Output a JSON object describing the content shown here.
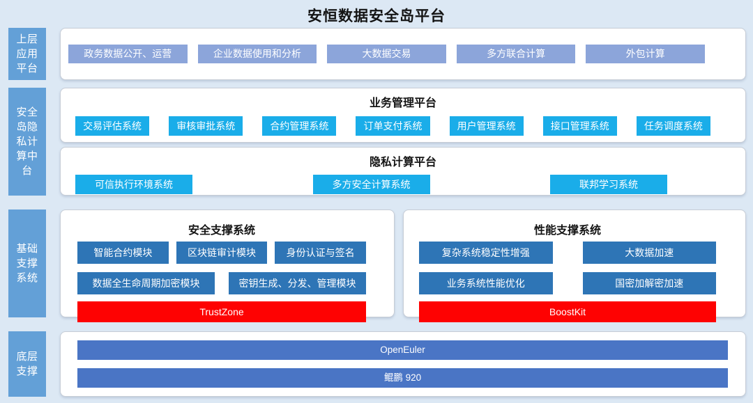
{
  "title": "安恒数据安全岛平台",
  "colors": {
    "background": "#dce8f4",
    "sidebar_label": "#63a0d7",
    "app_button": "#8ca5da",
    "cyan_button": "#1aade9",
    "module_button": "#2e75b6",
    "highlight_bar": "#fe0202",
    "base_bar": "#4a75c5"
  },
  "app_layer": {
    "label": "上层应用平台",
    "items": [
      "政务数据公开、运营",
      "企业数据使用和分析",
      "大数据交易",
      "多方联合计算",
      "外包计算"
    ]
  },
  "middle_layer": {
    "label": "安全岛隐私计算中台",
    "business_platform": {
      "title": "业务管理平台",
      "items": [
        "交易评估系统",
        "审核审批系统",
        "合约管理系统",
        "订单支付系统",
        "用户管理系统",
        "接口管理系统",
        "任务调度系统"
      ]
    },
    "privacy_platform": {
      "title": "隐私计算平台",
      "items": [
        "可信执行环境系统",
        "多方安全计算系统",
        "联邦学习系统"
      ]
    }
  },
  "foundation_layer": {
    "label": "基础支撑系统",
    "security_system": {
      "title": "安全支撑系统",
      "row1": [
        "智能合约模块",
        "区块链审计模块",
        "身份认证与签名"
      ],
      "row2": [
        "数据全生命周期加密模块",
        "密钥生成、分发、管理模块"
      ],
      "base": "TrustZone"
    },
    "performance_system": {
      "title": "性能支撑系统",
      "row1": [
        "复杂系统稳定性增强",
        "大数据加速"
      ],
      "row2": [
        "业务系统性能优化",
        "国密加解密加速"
      ],
      "base": "BoostKit"
    }
  },
  "bottom_layer": {
    "label": "底层支撑",
    "items": [
      "OpenEuler",
      "鲲鹏 920"
    ]
  }
}
